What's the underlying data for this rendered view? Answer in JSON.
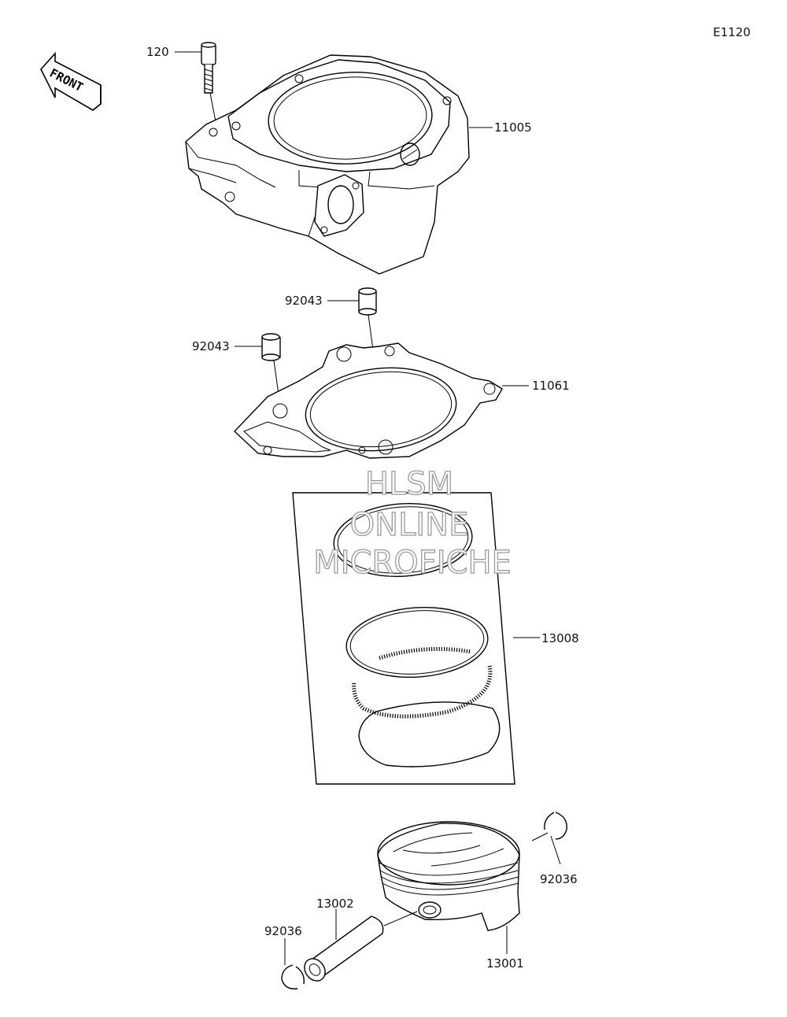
{
  "diagram_code": "E1120",
  "front_label": "FRONT",
  "watermark": {
    "line1": "HLSM",
    "line2": "ONLINE",
    "line3": "MICROFICHE"
  },
  "callouts": {
    "bolt": "120",
    "cylinder": "11005",
    "dowel_upper": "92043",
    "dowel_lower": "92043",
    "gasket": "11061",
    "ring_set": "13008",
    "circlip_right": "92036",
    "pin": "13002",
    "circlip_left": "92036",
    "piston": "13001"
  }
}
